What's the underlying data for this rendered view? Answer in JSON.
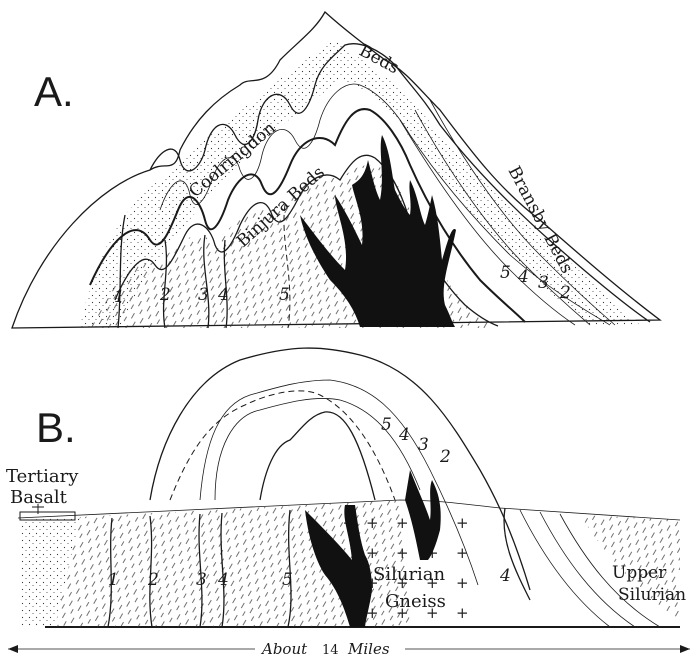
{
  "sections": {
    "a": {
      "letter": "A.",
      "coolringdon": "Coolringdon",
      "beds_top": "Beds",
      "binjura": "Binjura Beds",
      "bransby": "Bransby Beds",
      "left_numbers": [
        "1",
        "2",
        "3",
        "4",
        "5"
      ],
      "right_numbers": [
        "5",
        "4",
        "3",
        "2"
      ]
    },
    "b": {
      "letter": "B.",
      "tertiary": "Tertiary",
      "basalt": "Basalt",
      "silurian_gneiss_1": "Silurian",
      "silurian_gneiss_2": "Gneiss",
      "upper": "Upper",
      "upper_silurian": "Silurian",
      "left_numbers": [
        "1",
        "2",
        "3",
        "4",
        "5"
      ],
      "arch_numbers": [
        "5",
        "4",
        "3",
        "2"
      ],
      "right_number": "4"
    }
  },
  "scale": {
    "about": "About",
    "value": "14",
    "unit": "Miles"
  }
}
